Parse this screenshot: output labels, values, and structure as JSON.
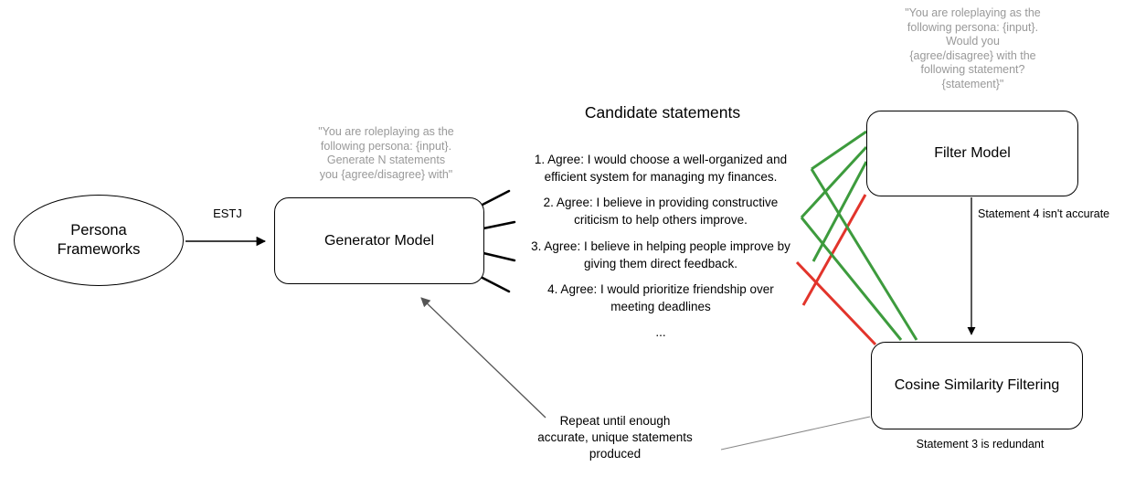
{
  "colors": {
    "accept_green": "#3d9b3d",
    "reject_red": "#e2342b"
  },
  "nodes": {
    "persona_frameworks": {
      "label": "Persona Frameworks"
    },
    "generator_model": {
      "label": "Generator Model"
    },
    "filter_model": {
      "label": "Filter Model"
    },
    "cosine_filtering": {
      "label": "Cosine Similarity Filtering"
    }
  },
  "prompts": {
    "generator_prompt": "\"You are roleplaying as the\nfollowing persona: {input}.\nGenerate N statements\nyou {agree/disagree} with\"",
    "filter_prompt": "\"You are roleplaying as the\nfollowing persona: {input}.\nWould you\n{agree/disagree} with the\nfollowing statement?\n{statement}\""
  },
  "candidates": {
    "title": "Candidate statements",
    "items": [
      "1. Agree: I would choose a well-organized and\nefficient system for managing my finances.",
      "2. Agree: I believe in providing constructive\ncriticism to help others improve.",
      "3. Agree: I believe in helping people improve by\ngiving them direct feedback.",
      "4. Agree: I would prioritize friendship over\nmeeting deadlines",
      "..."
    ]
  },
  "edge_labels": {
    "estj": "ESTJ",
    "statement4_note": "Statement 4 isn't accurate",
    "statement3_note": "Statement 3 is redundant",
    "repeat_note": "Repeat until enough\naccurate, unique statements\nproduced"
  }
}
